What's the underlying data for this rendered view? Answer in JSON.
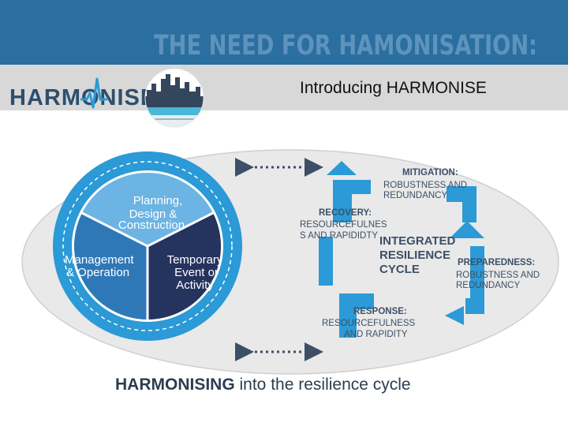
{
  "header": {
    "title": "THE NEED FOR HAMONISATION:",
    "subtitle": "Introducing HARMONISE"
  },
  "logo": {
    "text": "HARMONISE"
  },
  "colors": {
    "header_band": "#2a6f9f",
    "title_text": "#5e93bd",
    "sub_band": "#d8d8d8",
    "accent_blue": "#2b9ad6",
    "navy": "#25335f",
    "mid_blue": "#2f78b8",
    "light_blue": "#6bb4e3"
  },
  "wheel": {
    "planning": [
      "Planning,",
      "Design &",
      "Construction"
    ],
    "management": [
      "Management",
      "& Operation"
    ],
    "temporary": [
      "Temporary",
      "Event or",
      "Activity"
    ]
  },
  "cycle": {
    "center": [
      "INTEGRATED",
      "RESILIENCE",
      "CYCLE"
    ],
    "mitigation": {
      "title": "MITIGATION:",
      "lines": [
        "ROBUSTNESS AND",
        "REDUNDANCY"
      ]
    },
    "preparedness": {
      "title": "PREPAREDNESS:",
      "lines": [
        "ROBUSTNESS AND",
        "REDUNDANCY"
      ]
    },
    "response": {
      "title": "RESPONSE:",
      "lines": [
        "RESOURCEFULNESS",
        "AND RAPIDITY"
      ]
    },
    "recovery": {
      "title": "RECOVERY:",
      "lines": [
        "RESOURCEFULNES",
        "S AND RAPIDIDTY"
      ]
    }
  },
  "caption": {
    "bold": "HARMONISING",
    "rest": " into the resilience cycle"
  }
}
